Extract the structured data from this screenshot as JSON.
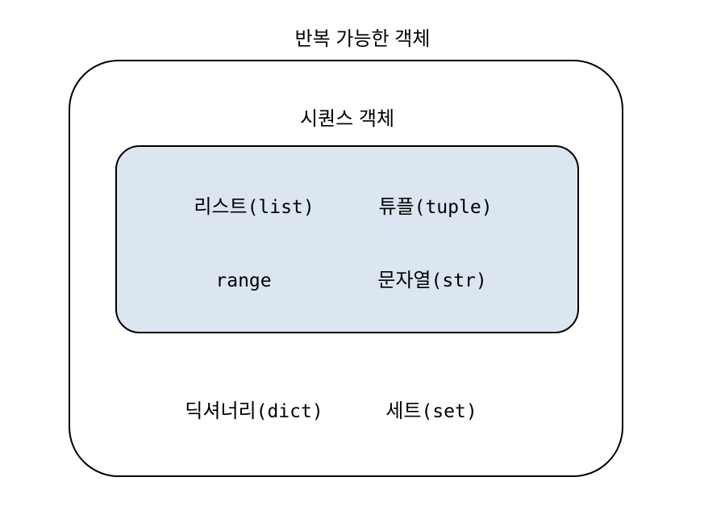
{
  "diagram": {
    "title": "반복 가능한 객체",
    "sequence_box": {
      "label": "시퀀스 객체",
      "fill_color": "#dce6f1",
      "border_color": "#000000",
      "items": [
        {
          "ko": "리스트",
          "code": "(list)"
        },
        {
          "ko": "튜플",
          "code": "(tuple)"
        },
        {
          "ko": "",
          "code": "range"
        },
        {
          "ko": "문자열",
          "code": "(str)"
        }
      ]
    },
    "outer_box": {
      "border_color": "#000000",
      "items": [
        {
          "ko": "딕셔너리",
          "code": "(dict)"
        },
        {
          "ko": "세트",
          "code": "(set)"
        }
      ]
    }
  }
}
